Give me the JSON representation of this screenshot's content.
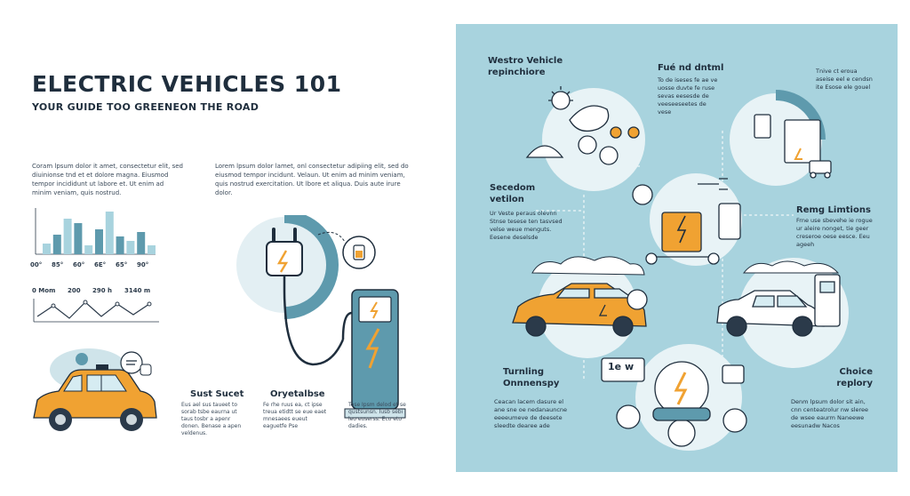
{
  "header": {
    "title": "ELECTRIC VEHICLES 101",
    "subtitle": "YOUR GUIDE TOO GREENEON THE ROAD"
  },
  "left": {
    "para1": "Coram lpsum dolor it amet, consectetur elit, sed diuinionse tnd et et dolore magna. Eiusmod tempor incididunt ut labore et. Ut enim ad minim veniam, quis nostrud.",
    "para2": "Lorem lpsum dolor lamet, onl consectetur adipiing elit, sed do eiusmod tempor incidunt. Velaun. Ut enim ad minim veniam, quis nostrud exercitation. Ut lbore et aliqua. Duis aute irure dolor.",
    "bar_chart": {
      "tick_labels": [
        "00°",
        "85°",
        "60°",
        "6E°",
        "65°",
        "90°"
      ]
    },
    "line_chart": {
      "labels": [
        "0 Mom",
        "200",
        "290 h",
        "3140 m"
      ]
    },
    "col_a": {
      "title": "Sust Sucet",
      "text": "Eus ael sus taueet to sorab tsbe eaurna ut taus tosbr a apenr donen. Benase a apen veldenus."
    },
    "col_b": {
      "title": "Oryetalbse",
      "text": "Fe rhe ruus ea, ct ipse treua etidtt se eue eaet mnesaees eueut eaguetfe Pse"
    },
    "col_c": {
      "text": "Tose Ipsm delod et se qustsunsn. Iusb sebi leo eoserss. Eco eto dadies."
    }
  },
  "right": {
    "top_left": {
      "title": "Westro Vehicle repinchiore"
    },
    "top_mid": {
      "title": "Fué nd dntml",
      "text": "To de iseses fe ae ve uosse duvte fe ruse sevas eesesde de veeseeseetes de vese"
    },
    "top_right": {
      "text": "Tnive ct eroua aseise eel e cendsn ite Esose ele gouel"
    },
    "mid_left": {
      "title": "Secedom vetilon",
      "text": "Ur Veste peraus olevnn Stnse tesese ten tasvsed velse weue menguts. Eesene deselsde"
    },
    "mid_right": {
      "title": "Remg Limtions",
      "text": "Frne use sbevehe ie rogue ur aleire nonget, tie geer creseroe oese eesce. Eeu ageeh"
    },
    "bottom_left": {
      "title": "Turnling Onnnenspy",
      "text": "Ceacan lacem dasure el ane sne oe nedanauncne eeeeumeve de deesete sleedte dearee ade"
    },
    "bottom_right": {
      "title": "Choice replory",
      "text": "Denm lpsum dolor sit ain, cnn centeatrolur nw sleree de wsee eaurm Naneewe eesunadw Nacos"
    },
    "bubble_label": "1e w"
  },
  "colors": {
    "accent_blue": "#5e9aad",
    "light_blue": "#a8d3de",
    "orange": "#f0a232",
    "dark": "#1f2e3d"
  },
  "chart_data": {
    "type": "bar",
    "categories": [
      "00°",
      "85°",
      "60°",
      "6E°",
      "65°",
      "90°"
    ],
    "series": [
      {
        "values": [
          12,
          22,
          40,
          35,
          10,
          28,
          48,
          20,
          15,
          25,
          10
        ]
      }
    ],
    "title": "",
    "xlabel": "",
    "ylabel": ""
  }
}
